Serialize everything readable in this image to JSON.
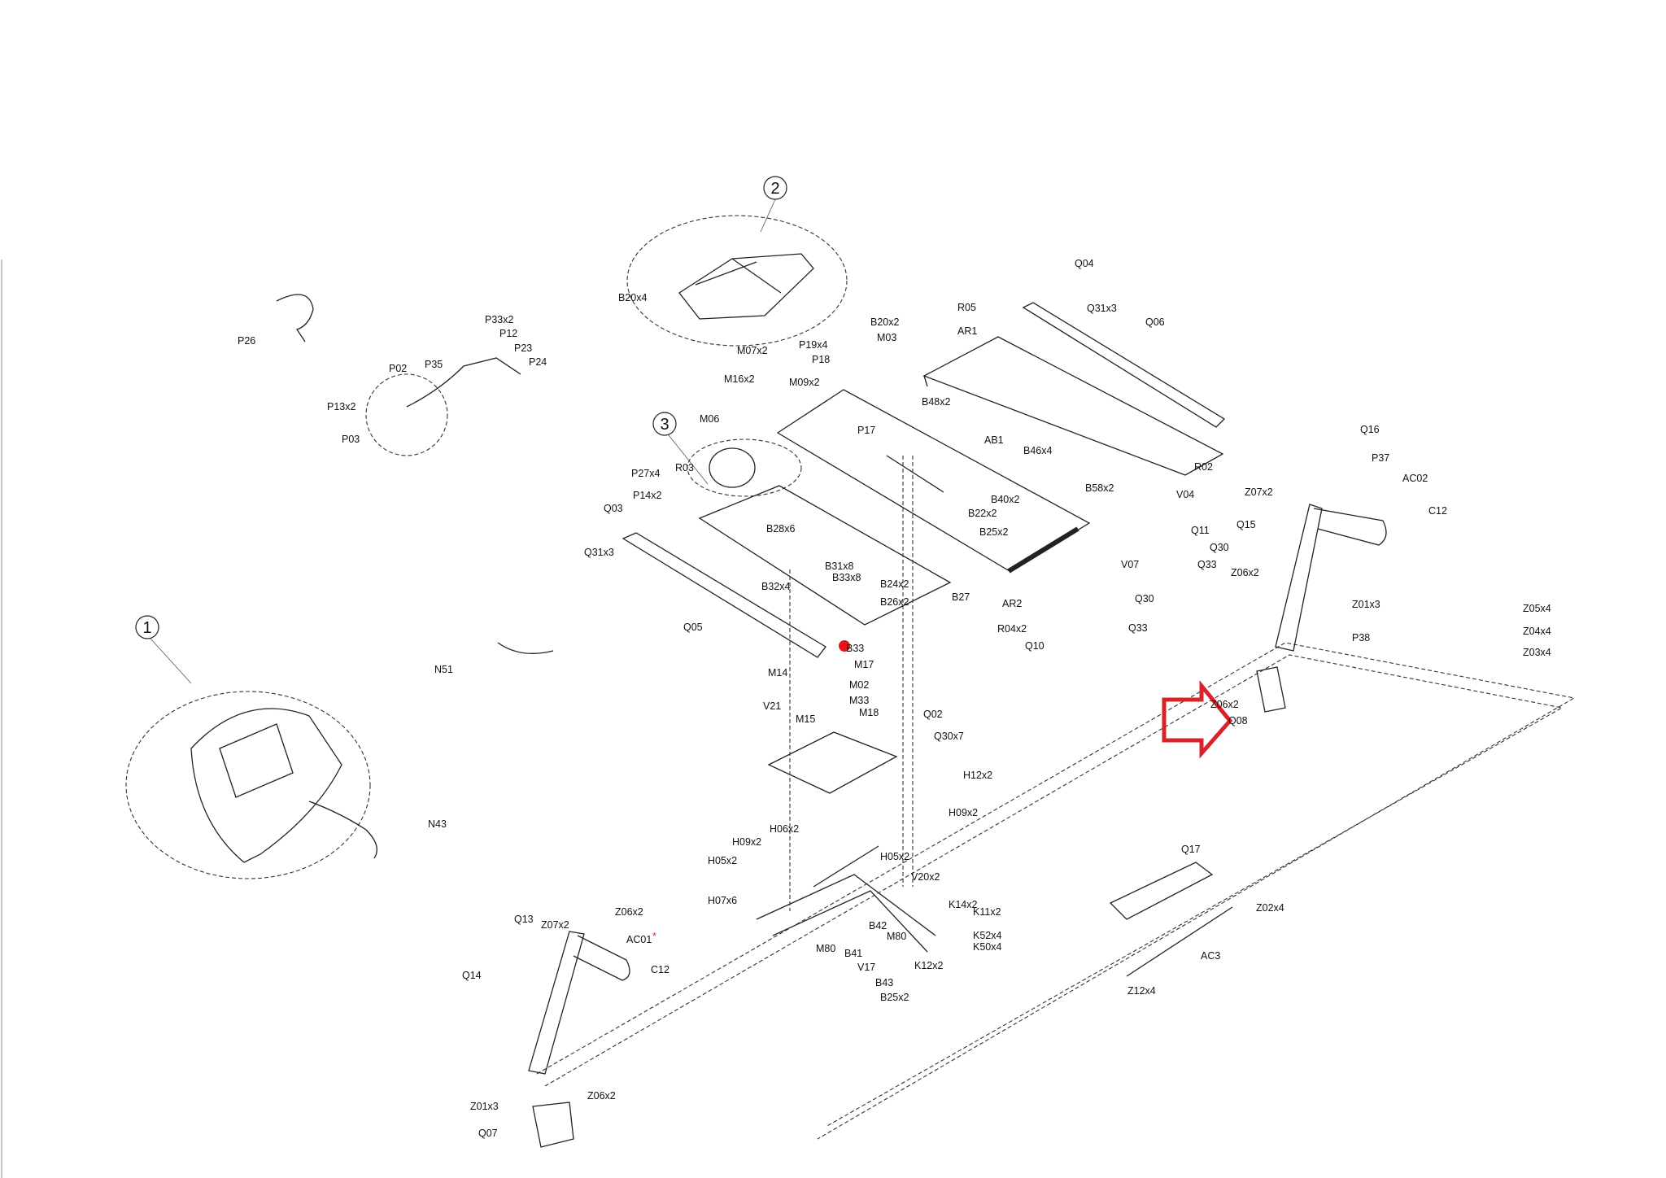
{
  "diagram": {
    "type": "exploded parts diagram",
    "callouts": [
      "1",
      "2",
      "3"
    ],
    "labels": [
      "B20x4",
      "Q04",
      "R05",
      "Q31x3",
      "Q06",
      "AR1",
      "B20x2",
      "M03",
      "P19x4",
      "P18",
      "M07x2",
      "M16x2",
      "M09x2",
      "B48x2",
      "M06",
      "P17",
      "AB1",
      "B46x4",
      "R02",
      "P27x4",
      "R03",
      "P14x2",
      "B58x2",
      "V04",
      "B40x2",
      "B22x2",
      "Q03",
      "B28x6",
      "B25x2",
      "Q11",
      "Q30",
      "Q31x3",
      "Q33",
      "B31x8",
      "B33x8",
      "V07",
      "B32x4",
      "B24x2",
      "B27",
      "AR2",
      "Q30",
      "B26x2",
      "R04x2",
      "Q33",
      "Q05",
      "Q10",
      "B33",
      "M17",
      "M14",
      "M02",
      "M33",
      "M15",
      "M18",
      "V21",
      "Q02",
      "Q30x7",
      "N51",
      "N43",
      "P26",
      "P33x2",
      "P12",
      "P23",
      "P24",
      "P35",
      "P02",
      "P13x2",
      "P03",
      "Q16",
      "P37",
      "AC02",
      "Z07x2",
      "C12",
      "Q15",
      "Z06x2",
      "Z01x3",
      "Z05x4",
      "Z04x4",
      "Z03x4",
      "P38",
      "Z06x2",
      "Q08",
      "H12x2",
      "H09x2",
      "H06x2",
      "H09x2",
      "H05x2",
      "H05x2",
      "Q17",
      "V20x2",
      "H07x6",
      "K14x2",
      "K11x2",
      "Z02x4",
      "B42",
      "M80",
      "K52x4",
      "K50x4",
      "M80",
      "B41",
      "AC3",
      "K12x2",
      "V17",
      "B43",
      "Z12x4",
      "B25x2",
      "Q13",
      "Z07x2",
      "Z06x2",
      "AC01",
      "Q14",
      "C12",
      "Z01x3",
      "Z06x2",
      "Q07"
    ],
    "asterisk": "*",
    "colors": {
      "line": "#222222",
      "highlight_arrow": "#d9232a",
      "marker_dot": "#e8141c",
      "asterisk": "#d9232a"
    },
    "highlight": {
      "icon": "arrow-right-outline",
      "points_to": "Q08"
    }
  }
}
